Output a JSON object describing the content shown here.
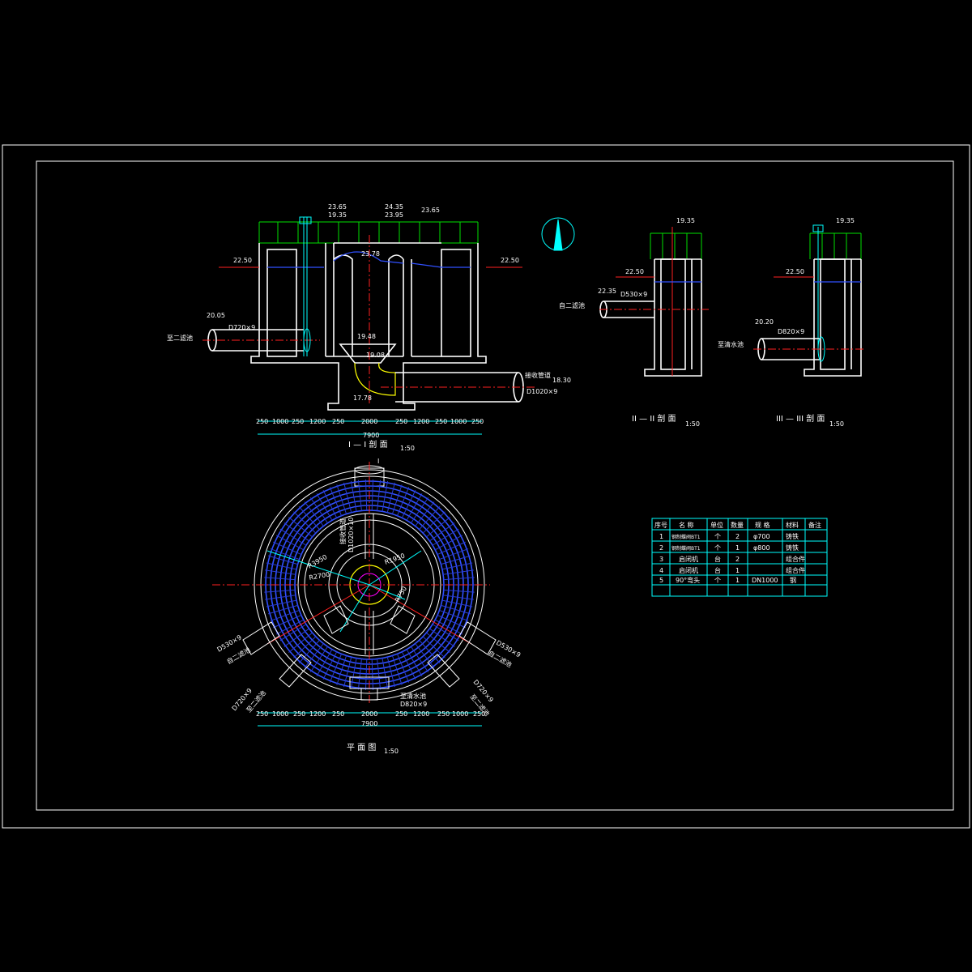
{
  "section_1": {
    "title": "I — I 剖 面",
    "scale": "1:50",
    "elev_left_top": "23.65",
    "elev_left_sub": "19.35",
    "elev_center_top": "24.35",
    "elev_center_sub": "23.95",
    "elev_right_top": "23.65",
    "elev_ground_left": "22.50",
    "elev_ground_right": "22.50",
    "elev_weir": "23.78",
    "elev_pipe_left": "20.05",
    "pipe_left_size": "D720×9",
    "pipe_left_label": "至二滤池",
    "elev_bell_top": "19.48",
    "elev_bell_mid": "19.08",
    "elev_bottom": "17.78",
    "pipe_right_label": "接收管道",
    "pipe_right_elev": "18.30",
    "pipe_right_size": "D1020×9",
    "dims": [
      "250",
      "1000",
      "250",
      "1200",
      "250",
      "2000",
      "250",
      "1200",
      "250",
      "1000",
      "250"
    ],
    "total_dim": "7900"
  },
  "section_2": {
    "title": "II — II 剖 面",
    "scale": "1:50",
    "elev_top": "19.35",
    "elev_ground": "22.50",
    "elev_pipe": "22.35",
    "pipe_size": "D530×9",
    "pipe_label": "自二滤池"
  },
  "section_3": {
    "title": "III — III 剖 面",
    "scale": "1:50",
    "elev_top": "19.35",
    "elev_ground": "22.50",
    "elev_pipe": "20.20",
    "pipe_size": "D820×9",
    "pipe_label": "至清水池"
  },
  "plan": {
    "title": "平 面 图",
    "scale": "1:50",
    "pipe_top_label": "接收管道",
    "pipe_top_size": "D1020×10",
    "radius_1": "R3950",
    "radius_2": "R2700",
    "radius_3": "R1950",
    "radius_4": "R750",
    "pipe_left_size": "D530×9",
    "pipe_left_label": "自二滤池",
    "pipe_right_size": "D530×9",
    "pipe_right_label": "自二滤池",
    "pipe_bl_size": "D720×9",
    "pipe_bl_label": "至二滤池",
    "pipe_br_size": "D720×9",
    "pipe_br_label": "至二滤池",
    "pipe_bottom_label": "至清水池",
    "pipe_bottom_size": "D820×9",
    "section_mark": "I",
    "dims": [
      "250",
      "1000",
      "250",
      "1200",
      "250",
      "2000",
      "250",
      "1200",
      "250",
      "1000",
      "250"
    ],
    "total_dim": "7900"
  },
  "table": {
    "headers": [
      "序号",
      "名 称",
      "单位",
      "数量",
      "规 格",
      "材料",
      "备注"
    ],
    "rows": [
      [
        "1",
        "钢制蝶阀BT1",
        "个",
        "2",
        "φ700",
        "铸铁",
        ""
      ],
      [
        "2",
        "钢制蝶阀BT1",
        "个",
        "1",
        "φ800",
        "铸铁",
        ""
      ],
      [
        "3",
        "启闭机",
        "台",
        "2",
        "",
        "组合件",
        ""
      ],
      [
        "4",
        "启闭机",
        "台",
        "1",
        "",
        "组合件",
        ""
      ],
      [
        "5",
        "90°弯头",
        "个",
        "1",
        "DN1000",
        "钢",
        ""
      ]
    ]
  },
  "north_arrow": "north-arrow-icon"
}
